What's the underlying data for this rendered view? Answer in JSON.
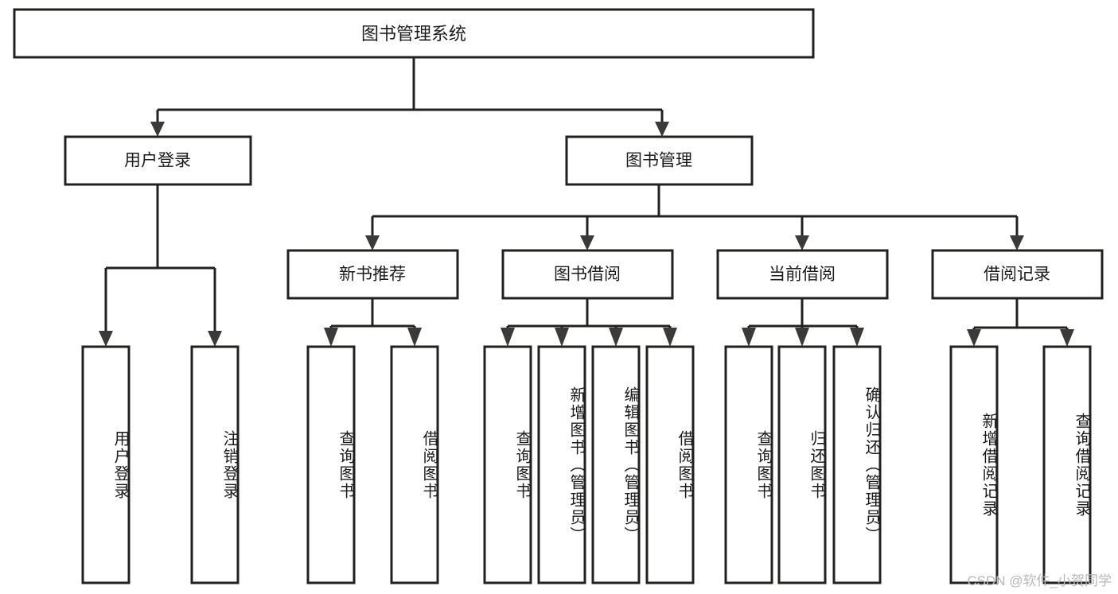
{
  "diagram": {
    "title": "图书管理系统",
    "type": "tree-hierarchy-chart",
    "watermark": "CSDN @软件_小贺同学",
    "colors": {
      "background": "#ffffff",
      "box_stroke": "#23211f",
      "box_fill": "#ffffff",
      "connector": "#23211f",
      "arrow": "#3b3a38",
      "text": "#1b1b1b",
      "watermark": "#b8b8b8"
    },
    "root": {
      "label": "图书管理系统"
    },
    "level2": [
      {
        "label": "用户登录"
      },
      {
        "label": "图书管理"
      }
    ],
    "level3": [
      {
        "label": "新书推荐"
      },
      {
        "label": "图书借阅"
      },
      {
        "label": "当前借阅"
      },
      {
        "label": "借阅记录"
      }
    ],
    "leaves": {
      "user_login": [
        {
          "label": "用户登录"
        },
        {
          "label": "注销登录"
        }
      ],
      "new_book_recommend": [
        {
          "label": "查询图书"
        },
        {
          "label": "借阅图书"
        }
      ],
      "book_borrow": [
        {
          "label": "查询图书"
        },
        {
          "label": "新增图书（管理员）"
        },
        {
          "label": "编辑图书（管理员）"
        },
        {
          "label": "借阅图书"
        }
      ],
      "current_borrow": [
        {
          "label": "查询图书"
        },
        {
          "label": "归还图书"
        },
        {
          "label": "确认归还（管理员）"
        }
      ],
      "borrow_record": [
        {
          "label": "新增借阅记录"
        },
        {
          "label": "查询借阅记录"
        }
      ]
    }
  }
}
